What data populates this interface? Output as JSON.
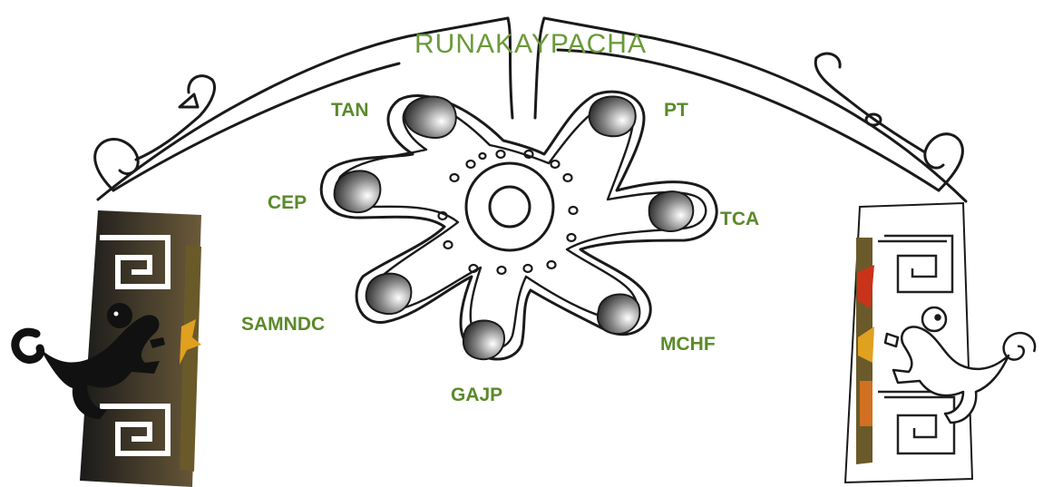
{
  "title": "RUNAKAYPACHA",
  "labels": {
    "tan": "TAN",
    "pt": "PT",
    "cep": "CEP",
    "tca": "TCA",
    "samndc": "SAMNDC",
    "mchf": "MCHF",
    "gajp": "GAJP"
  },
  "colors": {
    "label_green": "#5a8a2a",
    "title_green": "#6a9a3a",
    "outline": "#1a1a1a",
    "panel_dark": "#1c1c1c",
    "accent_orange": "#e0a020",
    "accent_red": "#c8331a"
  },
  "icons": [
    "monkey-icon",
    "greek-key-spiral-icon"
  ]
}
